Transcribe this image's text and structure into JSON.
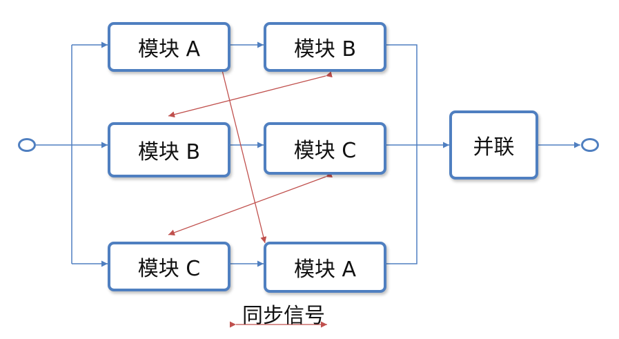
{
  "colors": {
    "flow": "#4f7fc0",
    "sync": "#c0504d",
    "border": "#4f7fc0"
  },
  "pipeline_1": {
    "stage1": "模块 A",
    "stage2": "模块 B"
  },
  "pipeline_2": {
    "stage1": "模块 B",
    "stage2": "模块 C"
  },
  "pipeline_3": {
    "stage1": "模块 C",
    "stage2": "模块 A"
  },
  "merge": {
    "label": "并联"
  },
  "legend": {
    "label": "同步信号"
  }
}
